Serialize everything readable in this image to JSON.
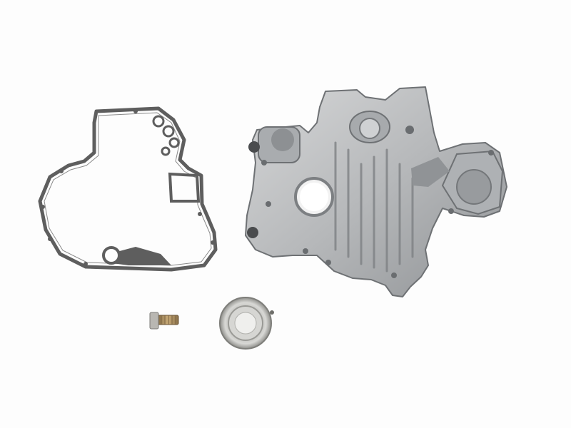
{
  "scene": {
    "background_color": "#fdfdfd",
    "objects": [
      {
        "id": "gasket",
        "kind": "timing-cover-gasket",
        "color": "#5e5e5e"
      },
      {
        "id": "cover",
        "kind": "aluminum-timing-cover",
        "color": "#b9bbbd"
      },
      {
        "id": "bolt",
        "kind": "banjo-bolt",
        "color": "#a88a5c"
      },
      {
        "id": "seal",
        "kind": "crankshaft-oil-seal",
        "color": "#c9c9c7"
      }
    ]
  }
}
